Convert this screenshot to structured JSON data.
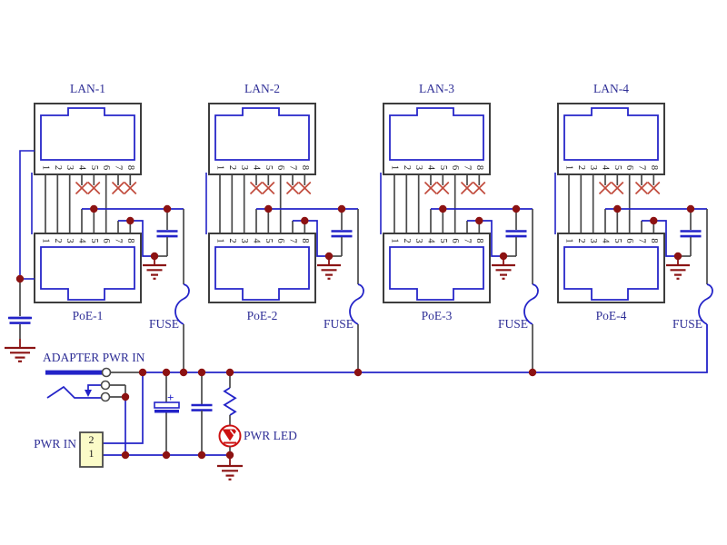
{
  "blocks": [
    {
      "lan_label": "LAN-1",
      "poe_label": "PoE-1",
      "fuse_label": "FUSE"
    },
    {
      "lan_label": "LAN-2",
      "poe_label": "PoE-2",
      "fuse_label": "FUSE"
    },
    {
      "lan_label": "LAN-3",
      "poe_label": "PoE-3",
      "fuse_label": "FUSE"
    },
    {
      "lan_label": "LAN-4",
      "poe_label": "PoE-4",
      "fuse_label": "FUSE"
    }
  ],
  "pins": [
    "1",
    "2",
    "3",
    "4",
    "5",
    "6",
    "7",
    "8"
  ],
  "power": {
    "adapter_label": "ADAPTER PWR IN",
    "pwr_in_label": "PWR IN",
    "pwr_in_pins": [
      "2",
      "1"
    ],
    "pwr_led_label": "PWR LED",
    "ecap_plus": "+"
  },
  "colors": {
    "background": "#ffffff",
    "wire_blue": "#2323c8",
    "stub_gray": "#4a4a4a",
    "junction_red": "#8c1212",
    "ground_red": "#8b1414",
    "x_mark_red": "#c14b3d",
    "label_blue": "#2e2e96",
    "connector_outline": "#3d3d3d",
    "connector_inner_blue": "#2626c9",
    "led_red": "#cc1111",
    "pwr_in_fill": "#fbfbc8",
    "pin_text": "#1a1a1a"
  }
}
